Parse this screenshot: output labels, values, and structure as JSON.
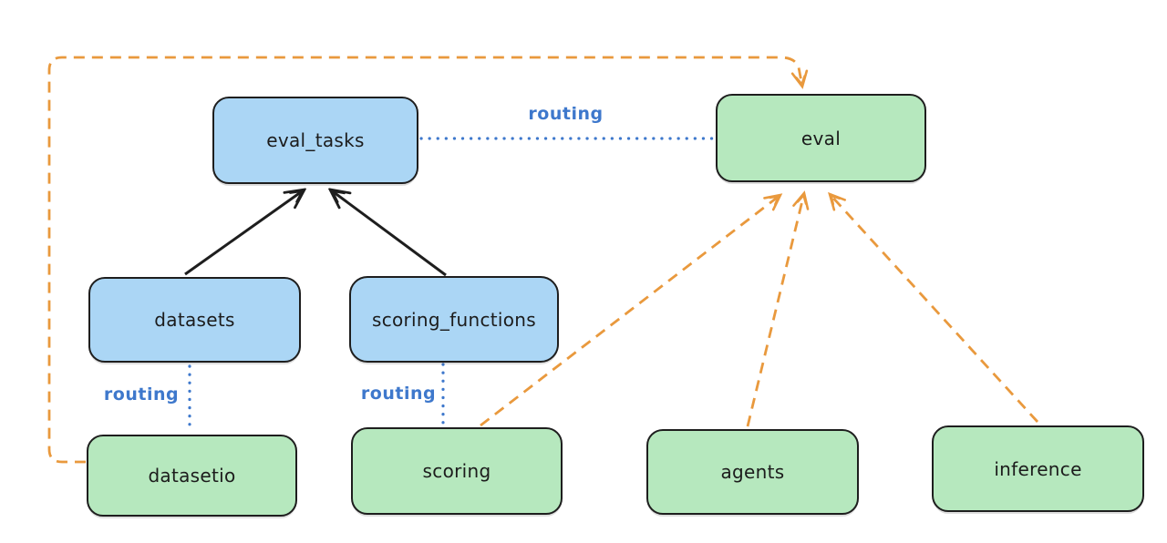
{
  "diagram": {
    "background": "#ffffff",
    "colors": {
      "stroke": "#1e1e1e",
      "blue_fill": "#abd6f5",
      "green_fill": "#b6e8be",
      "blue_line": "#3e78cc",
      "orange": "#e9993d"
    },
    "nodes": [
      {
        "id": "eval_tasks",
        "label": "eval_tasks",
        "type": "blue"
      },
      {
        "id": "eval",
        "label": "eval",
        "type": "green"
      },
      {
        "id": "datasets",
        "label": "datasets",
        "type": "blue"
      },
      {
        "id": "scoring_functions",
        "label": "scoring_functions",
        "type": "blue"
      },
      {
        "id": "datasetio",
        "label": "datasetio",
        "type": "green"
      },
      {
        "id": "scoring",
        "label": "scoring",
        "type": "green"
      },
      {
        "id": "agents",
        "label": "agents",
        "type": "green"
      },
      {
        "id": "inference",
        "label": "inference",
        "type": "green"
      }
    ],
    "edges": [
      {
        "from": "datasets",
        "to": "eval_tasks",
        "style": "solid-black-arrow"
      },
      {
        "from": "scoring_functions",
        "to": "eval_tasks",
        "style": "solid-black-arrow"
      },
      {
        "from": "eval_tasks",
        "to": "eval",
        "style": "dotted-blue",
        "label": "routing"
      },
      {
        "from": "datasets",
        "to": "datasetio",
        "style": "dotted-blue",
        "label": "routing"
      },
      {
        "from": "scoring_functions",
        "to": "scoring",
        "style": "dotted-blue",
        "label": "routing"
      },
      {
        "from": "datasetio",
        "to": "eval",
        "style": "dashed-orange-arrow",
        "route": "left-top-loop"
      },
      {
        "from": "scoring",
        "to": "eval",
        "style": "dashed-orange-arrow"
      },
      {
        "from": "agents",
        "to": "eval",
        "style": "dashed-orange-arrow"
      },
      {
        "from": "inference",
        "to": "eval",
        "style": "dashed-orange-arrow"
      }
    ]
  }
}
